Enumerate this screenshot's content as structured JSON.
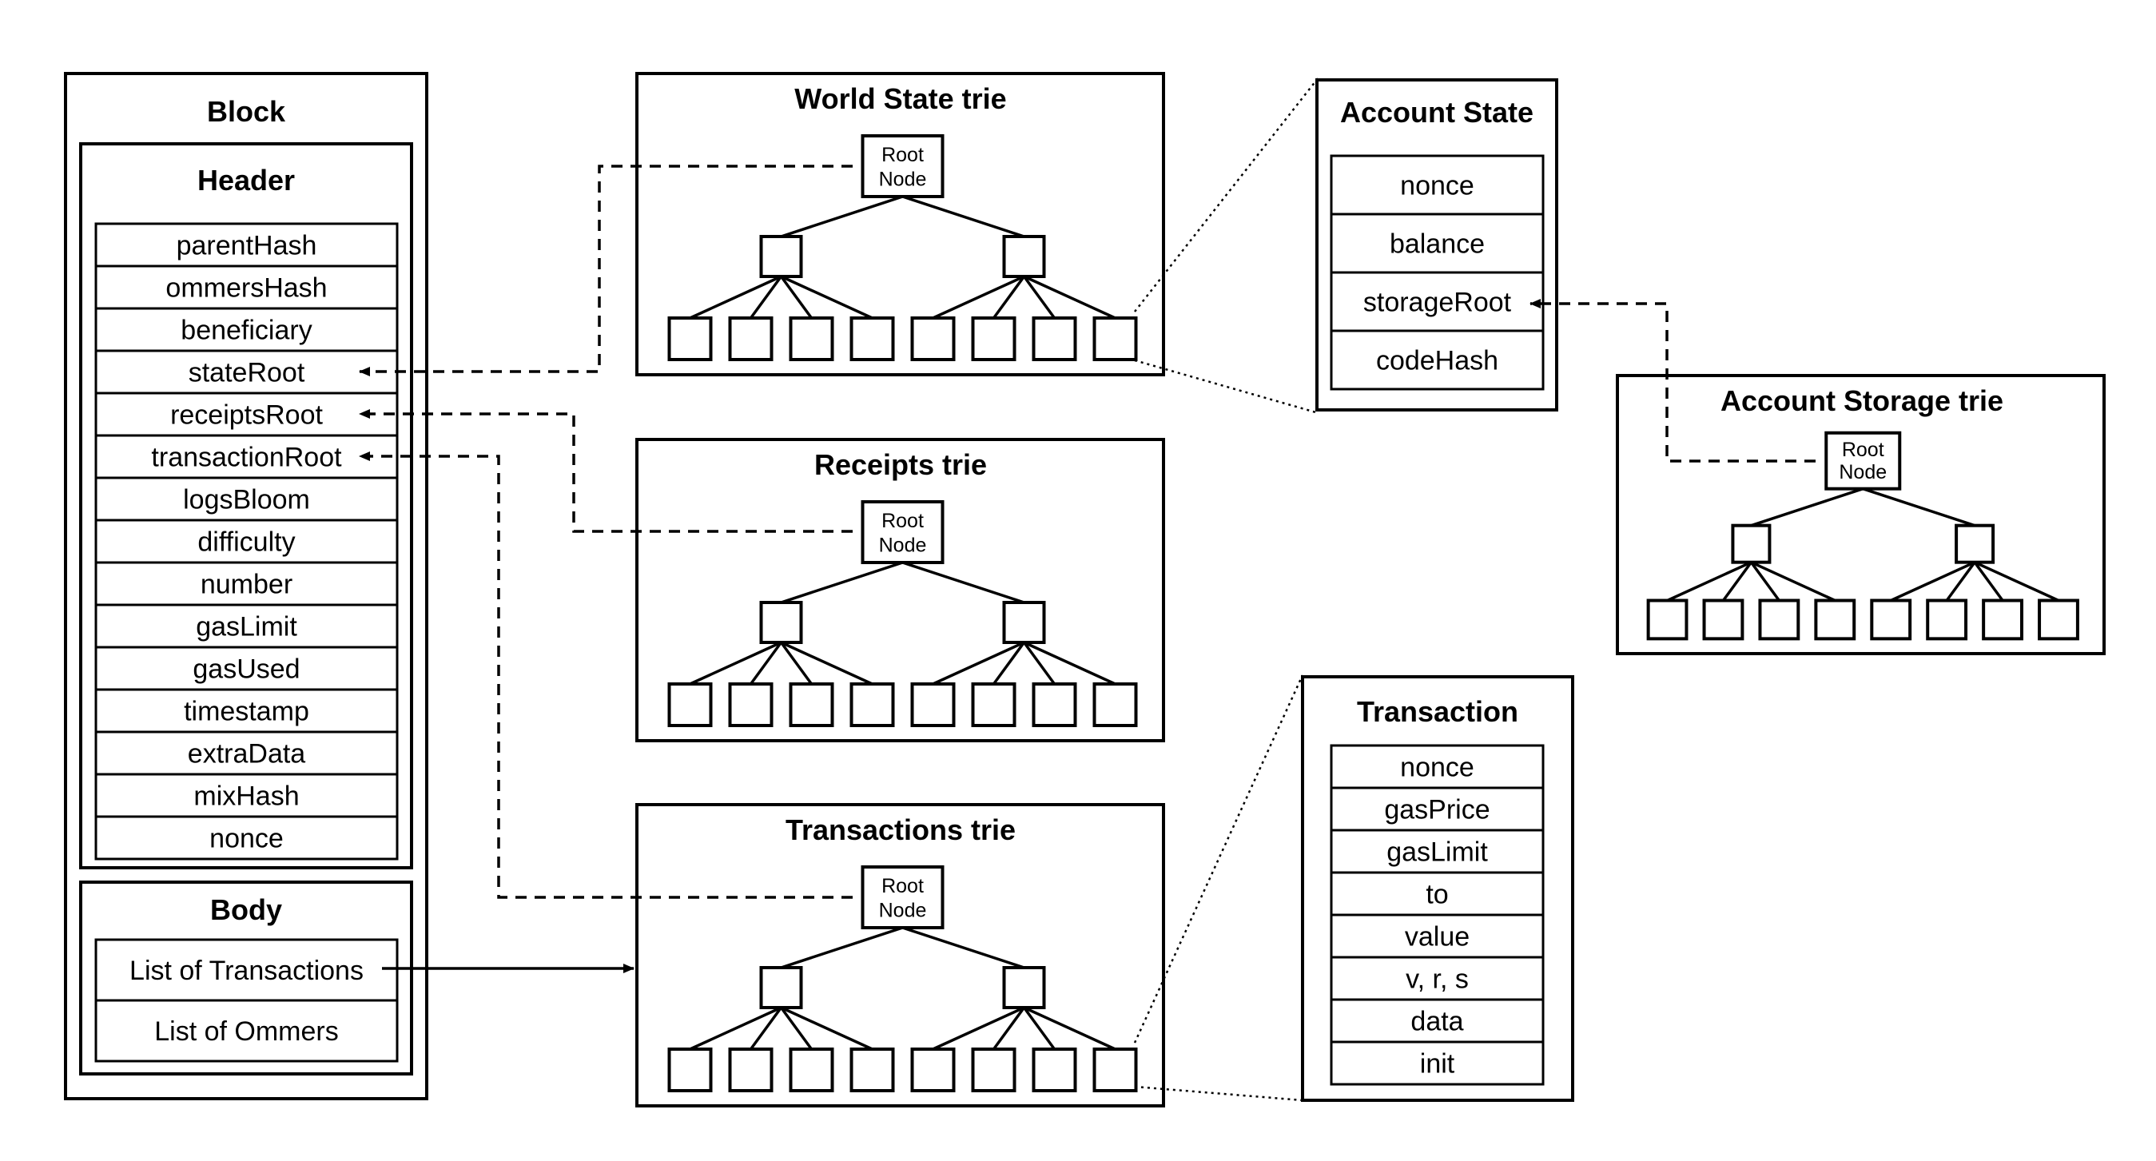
{
  "block": {
    "title": "Block",
    "header": {
      "title": "Header",
      "fields": [
        "parentHash",
        "ommersHash",
        "beneficiary",
        "stateRoot",
        "receiptsRoot",
        "transactionRoot",
        "logsBloom",
        "difficulty",
        "number",
        "gasLimit",
        "gasUsed",
        "timestamp",
        "extraData",
        "mixHash",
        "nonce"
      ]
    },
    "body": {
      "title": "Body",
      "fields": [
        "List of Transactions",
        "List of Ommers"
      ]
    }
  },
  "tries": {
    "world_state": {
      "title": "World State trie",
      "root_line1": "Root",
      "root_line2": "Node"
    },
    "receipts": {
      "title": "Receipts trie",
      "root_line1": "Root",
      "root_line2": "Node"
    },
    "transactions": {
      "title": "Transactions trie",
      "root_line1": "Root",
      "root_line2": "Node"
    },
    "account_storage": {
      "title": "Account Storage trie",
      "root_line1": "Root",
      "root_line2": "Node"
    }
  },
  "account_state": {
    "title": "Account State",
    "fields": [
      "nonce",
      "balance",
      "storageRoot",
      "codeHash"
    ]
  },
  "transaction": {
    "title": "Transaction",
    "fields": [
      "nonce",
      "gasPrice",
      "gasLimit",
      "to",
      "value",
      "v, r, s",
      "data",
      "init"
    ]
  },
  "colors": {
    "stroke": "#000000",
    "background": "#ffffff"
  }
}
